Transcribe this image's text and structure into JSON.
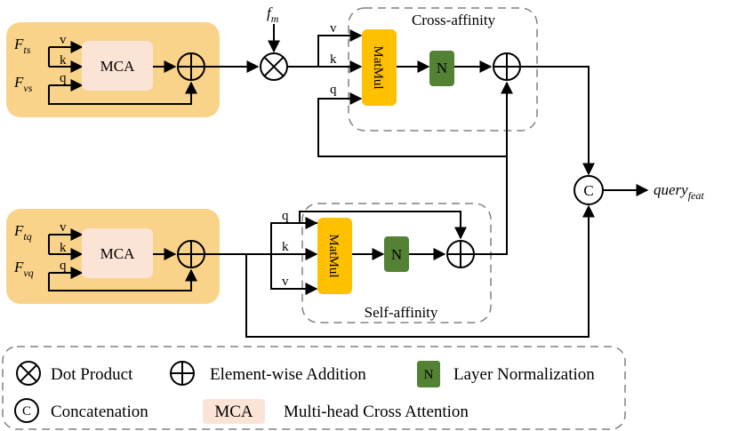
{
  "top_block": {
    "inputs": {
      "F1": {
        "base": "F",
        "sub": "ts"
      },
      "F2": {
        "base": "F",
        "sub": "vs"
      }
    },
    "arrows": {
      "v": "v",
      "k": "k",
      "q": "q"
    },
    "mca": "MCA"
  },
  "bottom_block": {
    "inputs": {
      "F1": {
        "base": "F",
        "sub": "tq"
      },
      "F2": {
        "base": "F",
        "sub": "vq"
      }
    },
    "arrows": {
      "v": "v",
      "k": "k",
      "q": "q"
    },
    "mca": "MCA"
  },
  "fm": {
    "base": "f",
    "sub": "m"
  },
  "cross_affinity": {
    "title": "Cross-affinity",
    "arrows": {
      "v": "v",
      "k": "k",
      "q": "q"
    },
    "matmul": "MatMul",
    "norm": "N"
  },
  "self_affinity": {
    "title": "Self-affinity",
    "arrows": {
      "q": "q",
      "k": "k",
      "v": "v"
    },
    "matmul": "MatMul",
    "norm": "N"
  },
  "concat_symbol": "C",
  "output": {
    "base": "query",
    "sub": "feat"
  },
  "legend": {
    "dot_product": "Dot Product",
    "addition": "Element-wise Addition",
    "norm_symbol": "N",
    "layer_norm": "Layer Normalization",
    "concat_symbol": "C",
    "concat": "Concatenation",
    "mca_symbol": "MCA",
    "mca": "Multi-head Cross Attention"
  },
  "colors": {
    "input_block": "#fad38a",
    "mca": "#fbe4d6",
    "matmul": "#ffc000",
    "norm": "#548235"
  }
}
